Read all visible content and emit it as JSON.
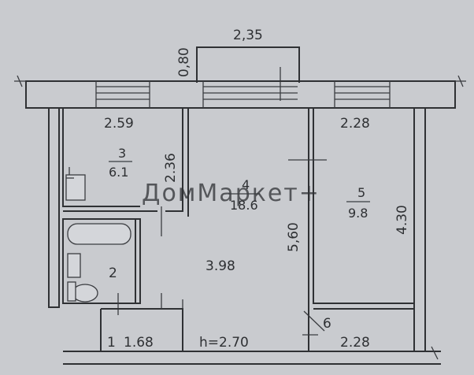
{
  "plan": {
    "dims": {
      "balcony_depth": "0,80",
      "balcony_width": "2,35",
      "room3_width": "2.59",
      "room3_depth": "2.36",
      "room5_width": "2.28",
      "room4_depth": "5,60",
      "room5_depth": "4.30",
      "room4_width": "3.98",
      "corridor_width": "1.68",
      "hall_width": "2.28",
      "ceiling_height": "h=2.70"
    },
    "rooms": [
      {
        "number": "3",
        "area": "6.1"
      },
      {
        "number": "4",
        "area": "18.6"
      },
      {
        "number": "5",
        "area": "9.8"
      },
      {
        "number": "2"
      },
      {
        "number": "1"
      },
      {
        "number": "6"
      }
    ],
    "watermark": "ДомМаркет+"
  }
}
